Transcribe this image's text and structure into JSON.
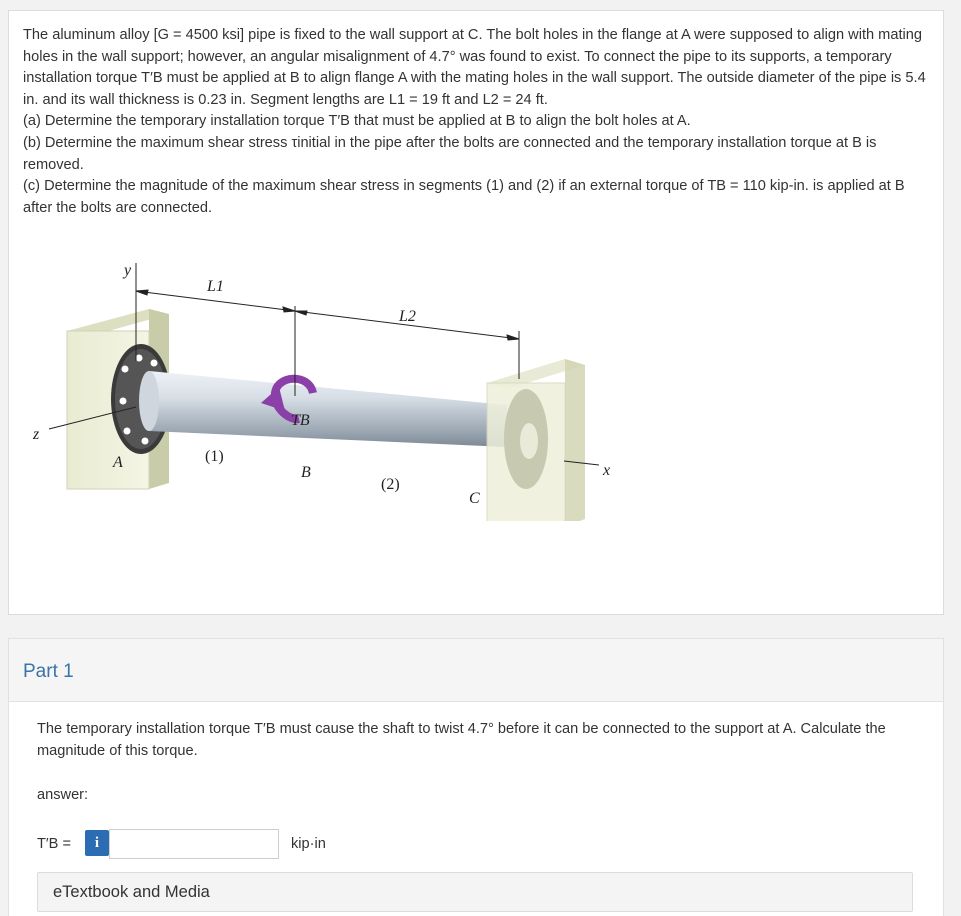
{
  "problem": {
    "paragraphs": [
      "The aluminum alloy [G = 4500 ksi] pipe is fixed to the wall support at C. The bolt holes in the flange at A were supposed to align with mating holes in the wall support; however, an angular misalignment of 4.7° was found to exist. To connect the pipe to its supports, a temporary installation torque T′B must be applied at B to align flange A with the mating holes in the wall support. The outside diameter of the pipe is 5.4 in. and its wall thickness is 0.23 in.  Segment lengths are L1 = 19 ft and L2 = 24 ft.",
      "(a) Determine the temporary installation torque T′B that must be applied at B to align the bolt holes at A.",
      "(b) Determine the maximum shear stress τinitial in the pipe after the bolts are connected and the temporary installation torque at B is removed.",
      "(c) Determine the magnitude of the maximum shear stress in segments (1) and (2) if an external torque of TB = 110 kip-in. is applied at B after the bolts are connected."
    ]
  },
  "figure": {
    "labels": {
      "y": "y",
      "z": "z",
      "x": "x",
      "L1": "L1",
      "L2": "L2",
      "A": "A",
      "B": "B",
      "C": "C",
      "seg1": "(1)",
      "seg2": "(2)",
      "TB": "TB"
    },
    "colors": {
      "pipe": "#c9d2db",
      "wall": "#e8ead2",
      "flange": "#3d3d3d",
      "torque_arrow": "#8b3fa8"
    }
  },
  "part": {
    "title": "Part 1",
    "question": "The temporary installation torque T′B must cause the shaft to twist 4.7° before it can be connected to the support at A. Calculate the magnitude of this torque.",
    "answer_label": "answer:",
    "variable": "T′B =",
    "info_icon": "i",
    "value": "",
    "unit": "kip·in",
    "etextbook": "eTextbook and Media"
  }
}
